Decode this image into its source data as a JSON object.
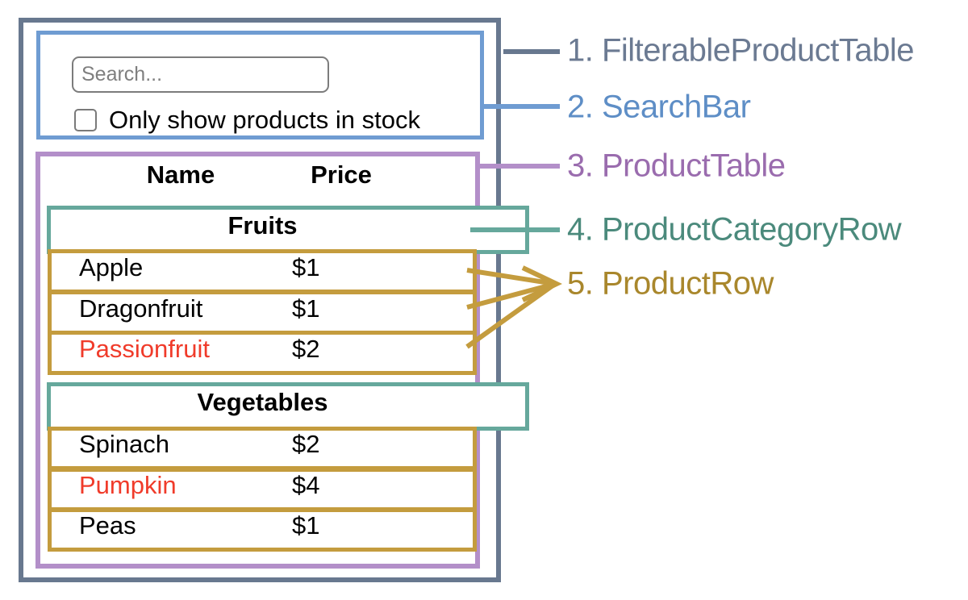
{
  "app": {
    "search_bar": {
      "search_placeholder": "Search...",
      "checkbox_label": "Only show products in stock",
      "checkbox_checked": false
    },
    "table": {
      "name_header": "Name",
      "price_header": "Price",
      "sections": [
        {
          "category": "Fruits",
          "rows": [
            {
              "name": "Apple",
              "price": "$1",
              "in_stock": true
            },
            {
              "name": "Dragonfruit",
              "price": "$1",
              "in_stock": true
            },
            {
              "name": "Passionfruit",
              "price": "$2",
              "in_stock": false
            }
          ]
        },
        {
          "category": "Vegetables",
          "rows": [
            {
              "name": "Spinach",
              "price": "$2",
              "in_stock": true
            },
            {
              "name": "Pumpkin",
              "price": "$4",
              "in_stock": false
            },
            {
              "name": "Peas",
              "price": "$1",
              "in_stock": true
            }
          ]
        }
      ]
    }
  },
  "legend": {
    "items": [
      {
        "text": "1. FilterableProductTable",
        "color": "#6b7a92"
      },
      {
        "text": "2. SearchBar",
        "color": "#5e8ec6"
      },
      {
        "text": "3. ProductTable",
        "color": "#9a6cae"
      },
      {
        "text": "4. ProductCategoryRow",
        "color": "#4b8a7c"
      },
      {
        "text": "5. ProductRow",
        "color": "#a9872c"
      }
    ]
  },
  "colors": {
    "filterable_product_table_border": "#68788f",
    "search_bar_border": "#6f9cd2",
    "product_table_border": "#b38fc9",
    "product_category_row_border": "#66a89c",
    "product_row_border": "#c49c3e",
    "out_of_stock_text": "#f03b2a",
    "input_border": "#7c7c7c",
    "placeholder_text": "#7f7f7f",
    "background": "#ffffff"
  }
}
